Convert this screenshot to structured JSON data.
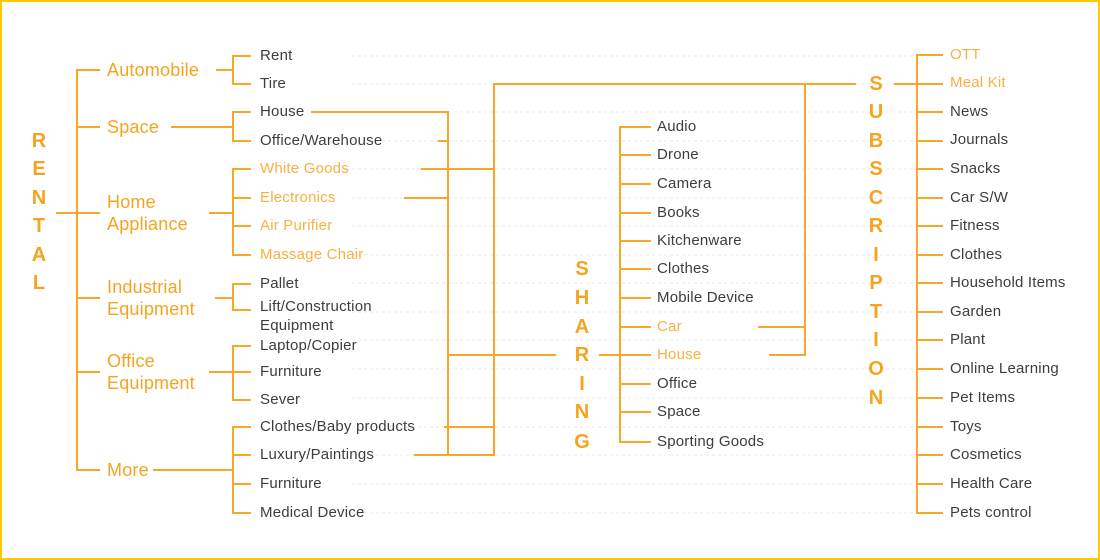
{
  "palette": {
    "frame_border": "#FFC800",
    "accent_orange": "#F6A41F",
    "highlight_orange": "#F9B042",
    "line_orange": "#F7A82B",
    "dark_text": "#3D3D3D",
    "gridline": "#E8E8E8"
  },
  "rental": {
    "title": "RENTAL",
    "letters": [
      "R",
      "E",
      "N",
      "T",
      "A",
      "L"
    ],
    "branches": [
      {
        "label": "Automobile"
      },
      {
        "label": "Space"
      },
      {
        "label": "Home Appliance",
        "lines": [
          "Home",
          "Appliance"
        ]
      },
      {
        "label": "Industrial Equipment",
        "lines": [
          "Industrial",
          "Equipment"
        ]
      },
      {
        "label": "Office Equipment",
        "lines": [
          "Office",
          "Equipment"
        ]
      },
      {
        "label": "More"
      }
    ],
    "leaves": [
      {
        "label": "Rent",
        "highlighted": false
      },
      {
        "label": "Tire",
        "highlighted": false
      },
      {
        "label": "House",
        "highlighted": false
      },
      {
        "label": "Office/Warehouse",
        "highlighted": false
      },
      {
        "label": "White Goods",
        "highlighted": true
      },
      {
        "label": "Electronics",
        "highlighted": true
      },
      {
        "label": "Air Purifier",
        "highlighted": true
      },
      {
        "label": "Massage Chair",
        "highlighted": true
      },
      {
        "label": "Pallet",
        "highlighted": false
      },
      {
        "label": "Lift/Construction Equipment",
        "lines": [
          "Lift/Construction",
          "Equipment"
        ],
        "highlighted": false
      },
      {
        "label": "Laptop/Copier",
        "highlighted": false
      },
      {
        "label": "Furniture",
        "highlighted": false
      },
      {
        "label": "Sever",
        "highlighted": false
      },
      {
        "label": "Clothes/Baby products",
        "highlighted": false
      },
      {
        "label": "Luxury/Paintings",
        "highlighted": false
      },
      {
        "label": "Furniture",
        "highlighted": false
      },
      {
        "label": "Medical Device",
        "highlighted": false
      }
    ]
  },
  "sharing": {
    "title": "SHARING",
    "letters": [
      "S",
      "H",
      "A",
      "R",
      "I",
      "N",
      "G"
    ],
    "leaves": [
      {
        "label": "Audio",
        "highlighted": false
      },
      {
        "label": "Drone",
        "highlighted": false
      },
      {
        "label": "Camera",
        "highlighted": false
      },
      {
        "label": "Books",
        "highlighted": false
      },
      {
        "label": "Kitchenware",
        "highlighted": false
      },
      {
        "label": "Clothes",
        "highlighted": false
      },
      {
        "label": "Mobile Device",
        "highlighted": false
      },
      {
        "label": "Car",
        "highlighted": true
      },
      {
        "label": "House",
        "highlighted": true
      },
      {
        "label": "Office",
        "highlighted": false
      },
      {
        "label": "Space",
        "highlighted": false
      },
      {
        "label": "Sporting Goods",
        "highlighted": false
      }
    ]
  },
  "subscription": {
    "title": "SUBSCRIPTION",
    "letters": [
      "S",
      "U",
      "B",
      "S",
      "C",
      "R",
      "I",
      "P",
      "T",
      "I",
      "O",
      "N"
    ],
    "leaves": [
      {
        "label": "OTT",
        "highlighted": true
      },
      {
        "label": "Meal Kit",
        "highlighted": true
      },
      {
        "label": "News",
        "highlighted": false
      },
      {
        "label": "Journals",
        "highlighted": false
      },
      {
        "label": "Snacks",
        "highlighted": false
      },
      {
        "label": "Car S/W",
        "highlighted": false
      },
      {
        "label": "Fitness",
        "highlighted": false
      },
      {
        "label": "Clothes",
        "highlighted": false
      },
      {
        "label": "Household Items",
        "highlighted": false
      },
      {
        "label": "Garden",
        "highlighted": false
      },
      {
        "label": "Plant",
        "highlighted": false
      },
      {
        "label": "Online Learning",
        "highlighted": false
      },
      {
        "label": "Pet Items",
        "highlighted": false
      },
      {
        "label": "Toys",
        "highlighted": false
      },
      {
        "label": "Cosmetics",
        "highlighted": false
      },
      {
        "label": "Health Care",
        "highlighted": false
      },
      {
        "label": "Pets control",
        "highlighted": false
      }
    ]
  }
}
